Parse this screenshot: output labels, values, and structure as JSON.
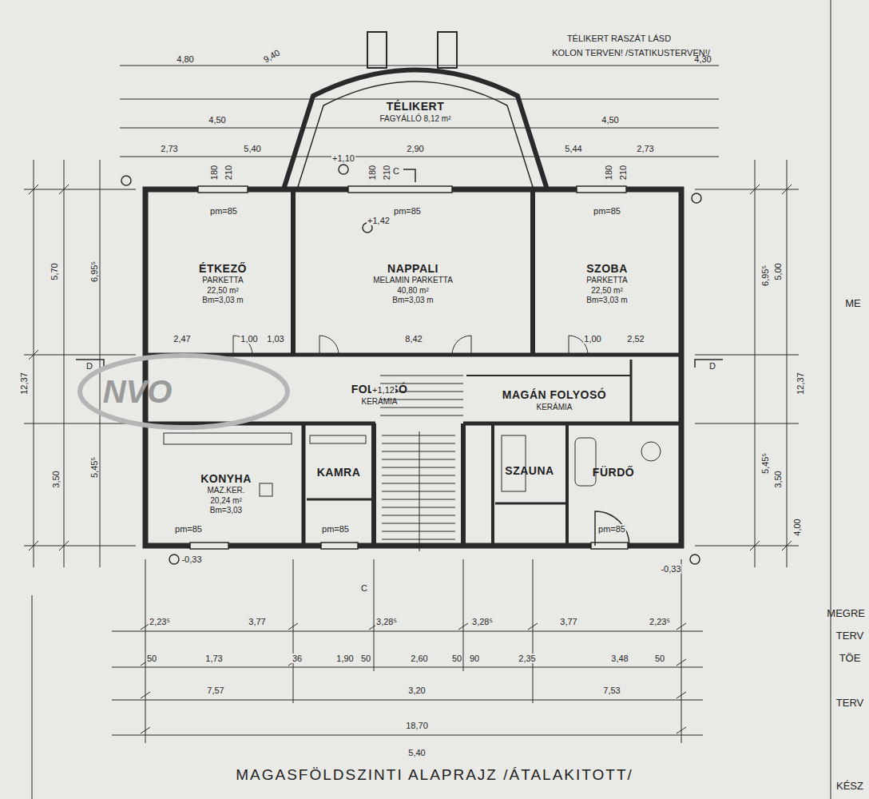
{
  "diagram": {
    "title": "MAGASFÖLDSZINTI ALAPRAJZ /ÁTALAKITOTT/",
    "nodes": [
      {
        "text": [
          "ÉTKEZŐ",
          "PARKETTA",
          "22,50 m²",
          "Bm=3,03 m"
        ]
      },
      {
        "text": [
          "NAPPALI",
          "MELAMIN PARKETTA",
          "40,80 m²",
          "Bm=3,03 m"
        ]
      },
      {
        "text": [
          "SZOBA",
          "PARKETTA",
          "22,50 m²",
          "Bm=3,03 m"
        ]
      },
      {
        "text": [
          "TÉLIKERT",
          "FAGYÁLLÓ 8,12 m²"
        ]
      },
      {
        "text": [
          "FOLYOSÓ",
          "KERÁMIA"
        ]
      },
      {
        "text": [
          "MAGÁN FOLYOSÓ",
          "KERÁMIA"
        ]
      },
      {
        "text": [
          "KONYHA",
          "MAZ.KER.",
          "20,24 m²",
          "Bm=3,03"
        ]
      },
      {
        "text": [
          "KAMRA"
        ]
      },
      {
        "text": [
          "SZAUNA"
        ]
      },
      {
        "text": [
          "FÜRDŐ"
        ]
      }
    ],
    "labels": [
      "4,80",
      "9,40",
      "4,30",
      "4,50",
      "4,50",
      "2,73",
      "5,40",
      "2,90",
      "5,44",
      "2,73",
      "180",
      "210",
      "180",
      "210",
      "180",
      "210",
      "pm=85",
      "pm=85",
      "pm=85",
      "2,47",
      "1,00",
      "1,03",
      "8,42",
      "1,00",
      "2,52",
      "5,70",
      "6,95⁵",
      "12,37",
      "5,45⁵",
      "3,50",
      "6,95⁵",
      "5,00",
      "12,37",
      "5,45⁵",
      "3,50",
      "4,00",
      "2,23⁵",
      "3,77",
      "3,28⁵",
      "3,28⁵",
      "3,77",
      "2,23⁵",
      "50",
      "1,73",
      "36",
      "1,90",
      "50",
      "2,60",
      "50",
      "90",
      "2,35",
      "3,48",
      "50",
      "7,57",
      "3,20",
      "7,53",
      "18,70",
      "5,40",
      "-0,33",
      "-0,33",
      "+1,12",
      "+1,42",
      "+1,10",
      "C",
      "C",
      "D",
      "D",
      "pm=85",
      "pm=85",
      "pm=85",
      "NVO",
      "TÉLIKERT RASZÁT LÁSD",
      "KOLON TERVEN! /STATIKUSTERVEN!/",
      "ME",
      "MEGRE",
      "TERV",
      "TÖE",
      "TERV",
      "KÉSZ"
    ]
  }
}
